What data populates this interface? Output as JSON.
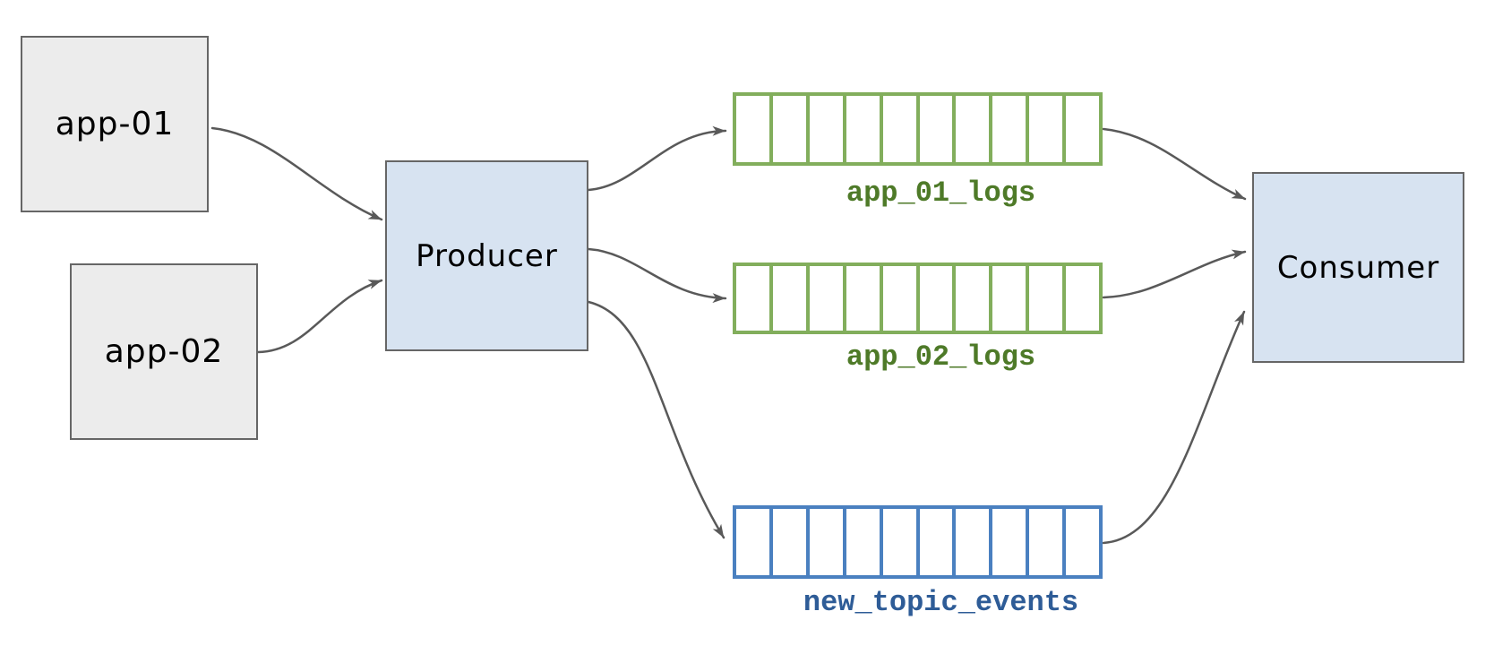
{
  "nodes": {
    "app01": {
      "label": "app-01"
    },
    "app02": {
      "label": "app-02"
    },
    "producer": {
      "label": "Producer"
    },
    "consumer": {
      "label": "Consumer"
    }
  },
  "topics": [
    {
      "label": "app_01_logs",
      "partitions": 10,
      "stroke": "#82ae5c",
      "label_color": "#4e7a28"
    },
    {
      "label": "app_02_logs",
      "partitions": 10,
      "stroke": "#82ae5c",
      "label_color": "#4e7a28"
    },
    {
      "label": "new_topic_events",
      "partitions": 10,
      "stroke": "#4a80c0",
      "label_color": "#2e5c97"
    }
  ],
  "edges": [
    {
      "from": "app-01",
      "to": "Producer"
    },
    {
      "from": "app-02",
      "to": "Producer"
    },
    {
      "from": "Producer",
      "to": "app_01_logs"
    },
    {
      "from": "Producer",
      "to": "app_02_logs"
    },
    {
      "from": "Producer",
      "to": "new_topic_events"
    },
    {
      "from": "app_01_logs",
      "to": "Consumer"
    },
    {
      "from": "app_02_logs",
      "to": "Consumer"
    },
    {
      "from": "new_topic_events",
      "to": "Consumer"
    }
  ],
  "colors": {
    "background": "#ffffff",
    "box_border": "#666666",
    "app_box_fill": "#ececec",
    "blue_box_fill": "#d7e3f1",
    "arrow": "#595959",
    "topic_green": "#82ae5c",
    "topic_blue": "#4a80c0"
  }
}
